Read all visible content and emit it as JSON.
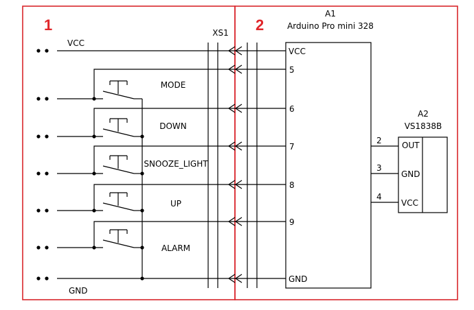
{
  "zones": [
    {
      "number": "1"
    },
    {
      "number": "2"
    }
  ],
  "connector": {
    "ref": "XS1"
  },
  "module_a1": {
    "ref": "A1",
    "name": "Arduino Pro mini 328",
    "pins": [
      "VCC",
      "5",
      "6",
      "7",
      "8",
      "9",
      "GND"
    ]
  },
  "module_a2": {
    "ref": "A2",
    "name": "VS1838B",
    "pins": [
      "OUT",
      "GND",
      "VCC"
    ],
    "wire_numbers": [
      "2",
      "3",
      "4"
    ]
  },
  "rails": {
    "vcc": "VCC",
    "gnd": "GND"
  },
  "buttons": [
    "MODE",
    "DOWN",
    "SNOOZE_LIGHT",
    "UP",
    "ALARM"
  ],
  "colors": {
    "frame": "#d9262b",
    "zone_number": "#e0262a",
    "line": "#000000"
  }
}
